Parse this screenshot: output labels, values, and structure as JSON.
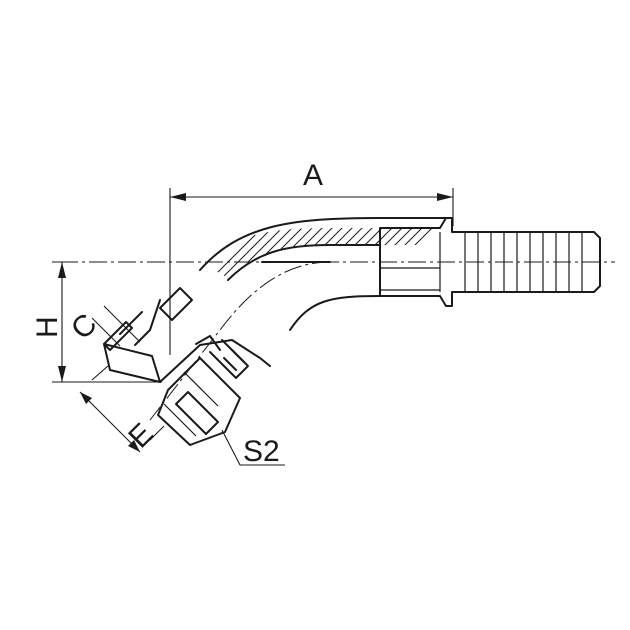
{
  "labels": {
    "A": "A",
    "H": "H",
    "C": "C",
    "E": "E",
    "S2": "S2"
  }
}
